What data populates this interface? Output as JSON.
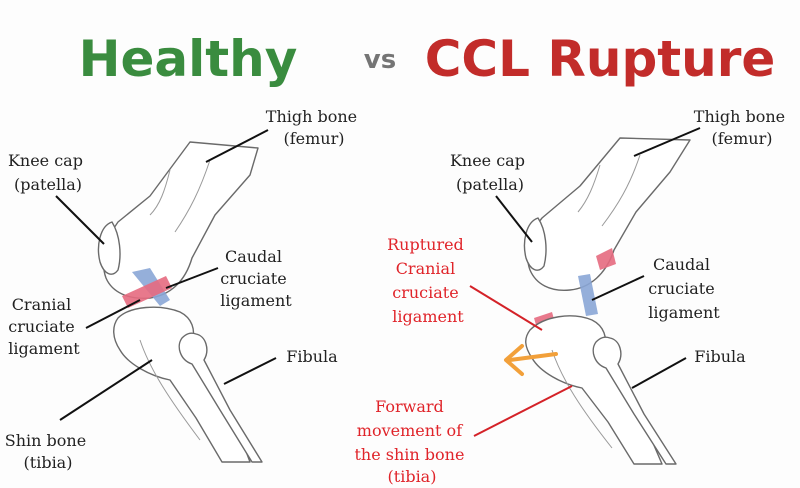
{
  "titles": {
    "healthy": "Healthy",
    "vs": "vs",
    "rupture": "CCL Rupture"
  },
  "colors": {
    "healthy": "#3a8c3f",
    "vs": "#757575",
    "rupture": "#c22c2a",
    "highlight_red": "#e0242a",
    "ligament_pink": "#e56a80",
    "ligament_blue": "#8aa6d6",
    "arrow_orange": "#f2a03a"
  },
  "healthy_labels": {
    "thigh_bone": [
      "Thigh bone",
      "(femur)"
    ],
    "knee_cap": [
      "Knee cap",
      "(patella)"
    ],
    "caudal": [
      "Caudal",
      "cruciate",
      "ligament"
    ],
    "cranial": [
      "Cranial",
      "cruciate",
      "ligament"
    ],
    "fibula": [
      "Fibula"
    ],
    "shin_bone": [
      "Shin bone",
      "(tibia)"
    ]
  },
  "rupture_labels": {
    "thigh_bone": [
      "Thigh bone",
      "(femur)"
    ],
    "knee_cap": [
      "Knee cap",
      "(patella)"
    ],
    "ruptured": [
      "Ruptured",
      "Cranial",
      "cruciate",
      "ligament"
    ],
    "caudal": [
      "Caudal",
      "cruciate",
      "ligament"
    ],
    "fibula": [
      "Fibula"
    ],
    "forward": [
      "Forward",
      "movement of",
      "the shin bone",
      "(tibia)"
    ]
  }
}
